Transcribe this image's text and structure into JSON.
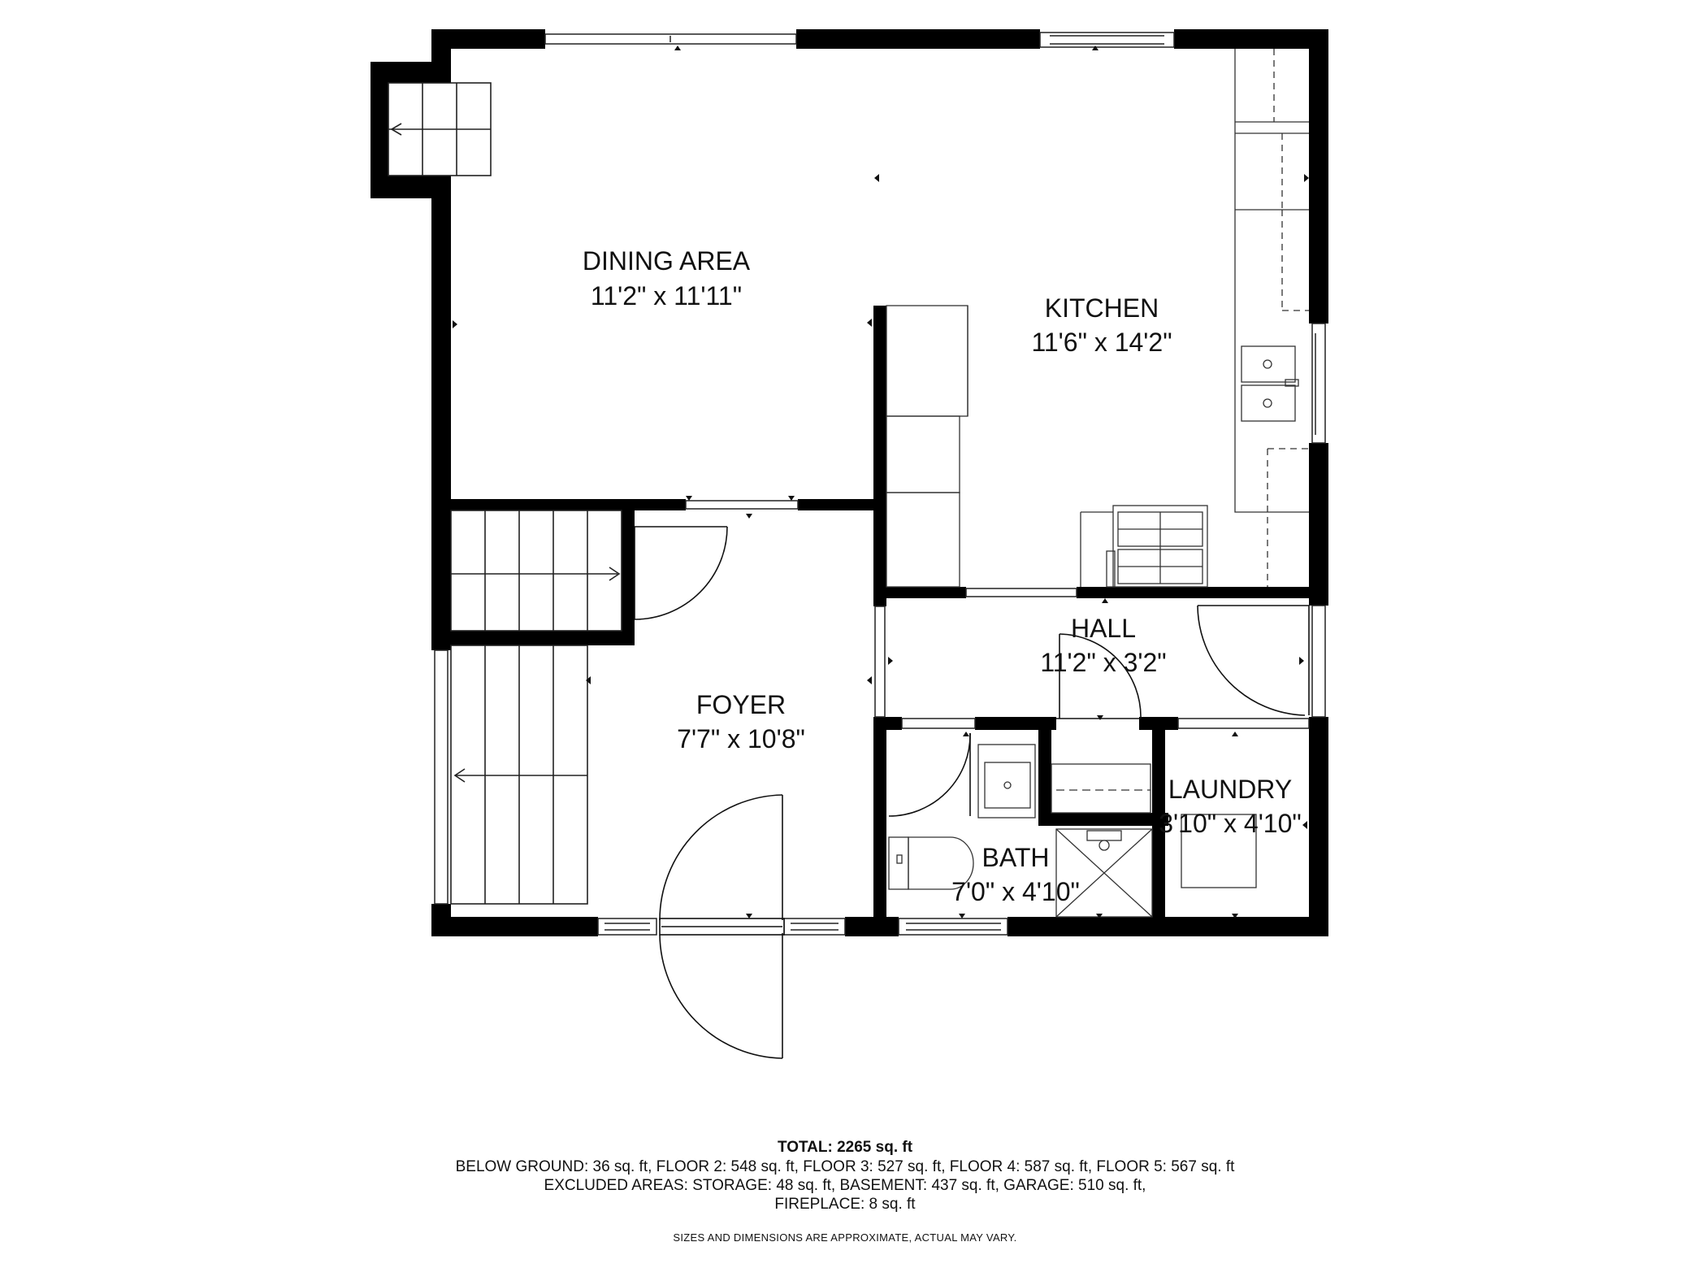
{
  "rooms": {
    "dining": {
      "name": "DINING AREA",
      "dims": "11'2\" x 11'11\""
    },
    "kitchen": {
      "name": "KITCHEN",
      "dims": "11'6\" x 14'2\""
    },
    "hall": {
      "name": "HALL",
      "dims": "11'2\" x 3'2\""
    },
    "foyer": {
      "name": "FOYER",
      "dims": "7'7\" x 10'8\""
    },
    "laundry": {
      "name": "LAUNDRY",
      "dims": "3'10\" x 4'10\""
    },
    "bath": {
      "name": "BATH",
      "dims": "7'0\" x 4'10\""
    }
  },
  "footer": {
    "total": "TOTAL: 2265 sq. ft",
    "line1": "BELOW GROUND: 36 sq. ft, FLOOR 2: 548 sq. ft, FLOOR 3: 527 sq. ft, FLOOR 4: 587 sq. ft, FLOOR 5: 567 sq. ft",
    "line2": "EXCLUDED AREAS: STORAGE: 48 sq. ft, BASEMENT: 437 sq. ft, GARAGE: 510 sq. ft,",
    "line3": "FIREPLACE: 8 sq. ft",
    "disclaimer": "SIZES AND DIMENSIONS ARE APPROXIMATE, ACTUAL MAY VARY."
  },
  "colors": {
    "wall": "#000000",
    "line": "#222222",
    "background": "#ffffff"
  }
}
